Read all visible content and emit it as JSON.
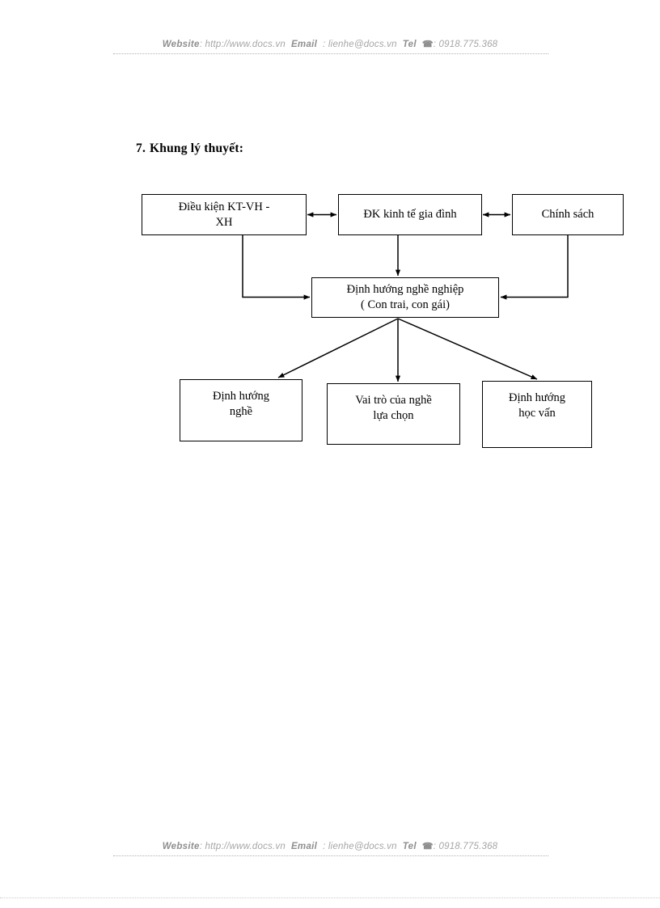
{
  "banner": {
    "website_label": "Website",
    "website_value": ": http://www.docs.vn",
    "email_label": "Email",
    "email_value": ": lienhe@docs.vn",
    "tel_label": "Tel",
    "tel_icon": "☎",
    "tel_value": ": 0918.775.368"
  },
  "section": {
    "number": "7.",
    "title": "Khung lý thuyết:"
  },
  "diagram": {
    "nodes": [
      {
        "id": "dieu-kien",
        "label": "Điều kiện KT-VH -\nXH"
      },
      {
        "id": "dk-kinh-te",
        "label": "ĐK kinh tế gia đình"
      },
      {
        "id": "chinh-sach",
        "label": "Chính sách"
      },
      {
        "id": "dinh-huong-nn",
        "label": "Định hướng nghề nghiệp\n( Con trai, con gái)"
      },
      {
        "id": "dinh-huong-nghe",
        "label": "Định hướng\nnghề"
      },
      {
        "id": "vai-tro",
        "label": "Vai trò của nghề\nlựa chọn"
      },
      {
        "id": "hoc-van",
        "label": "Định hướng\nhọc vấn"
      }
    ],
    "edges": [
      {
        "from": "dieu-kien",
        "to": "dk-kinh-te",
        "type": "bidirectional"
      },
      {
        "from": "dk-kinh-te",
        "to": "chinh-sach",
        "type": "bidirectional"
      },
      {
        "from": "dieu-kien",
        "to": "dinh-huong-nn",
        "type": "elbow"
      },
      {
        "from": "dk-kinh-te",
        "to": "dinh-huong-nn",
        "type": "straight"
      },
      {
        "from": "chinh-sach",
        "to": "dinh-huong-nn",
        "type": "elbow"
      },
      {
        "from": "dinh-huong-nn",
        "to": "dinh-huong-nghe",
        "type": "diagonal"
      },
      {
        "from": "dinh-huong-nn",
        "to": "vai-tro",
        "type": "straight"
      },
      {
        "from": "dinh-huong-nn",
        "to": "hoc-van",
        "type": "diagonal"
      }
    ]
  },
  "colors": {
    "ink": "#000000",
    "banner_text": "#9a9a9a",
    "rule": "#b3b3b3",
    "page_background": "#ffffff"
  }
}
